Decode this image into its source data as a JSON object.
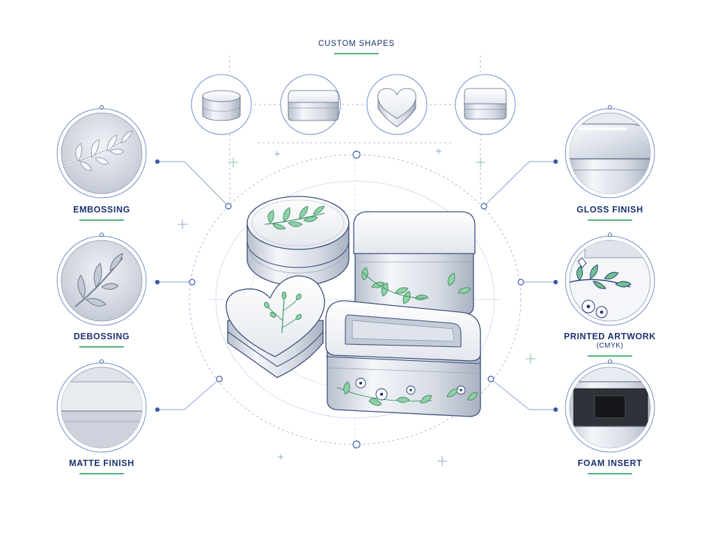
{
  "header": {
    "title": "CUSTOM SHAPES"
  },
  "shapes": [
    {
      "name": "round-tin",
      "icon": "round-tin-icon"
    },
    {
      "name": "rectangular-tin",
      "icon": "rect-tin-icon"
    },
    {
      "name": "heart-tin",
      "icon": "heart-tin-icon"
    },
    {
      "name": "square-tin",
      "icon": "square-tin-icon"
    }
  ],
  "features": {
    "embossing": {
      "label": "EMBOSSING"
    },
    "debossing": {
      "label": "DEBOSSING"
    },
    "matte_finish": {
      "label": "MATTE FINISH"
    },
    "gloss_finish": {
      "label": "GLOSS FINISH"
    },
    "printed_artwork": {
      "label": "PRINTED ARTWORK",
      "sublabel": "(CMYK)"
    },
    "foam_insert": {
      "label": "FOAM INSERT"
    }
  },
  "colors": {
    "ink": "#1c3270",
    "line": "#5f7fc0",
    "accent": "#4fb37a",
    "leaf": "#3f9a64",
    "metal_light": "#f3f5f9",
    "metal_mid": "#c9cfdb",
    "metal_dark": "#8d96aa"
  }
}
